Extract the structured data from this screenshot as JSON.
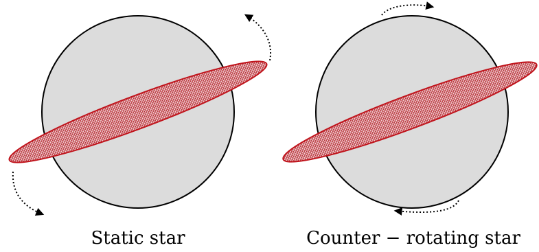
{
  "panels": [
    {
      "caption": "Static star",
      "star_fill": "#dcdcdc",
      "disk_color": "#c0141c",
      "arrow_style": "dotted"
    },
    {
      "caption": "Counter − rotating star",
      "star_fill": "#dcdcdc",
      "disk_color": "#c0141c",
      "arrow_style": "dotted"
    }
  ],
  "colors": {
    "outline": "#000000",
    "star_fill": "#dcdcdc",
    "disk_stroke": "#c0141c"
  }
}
